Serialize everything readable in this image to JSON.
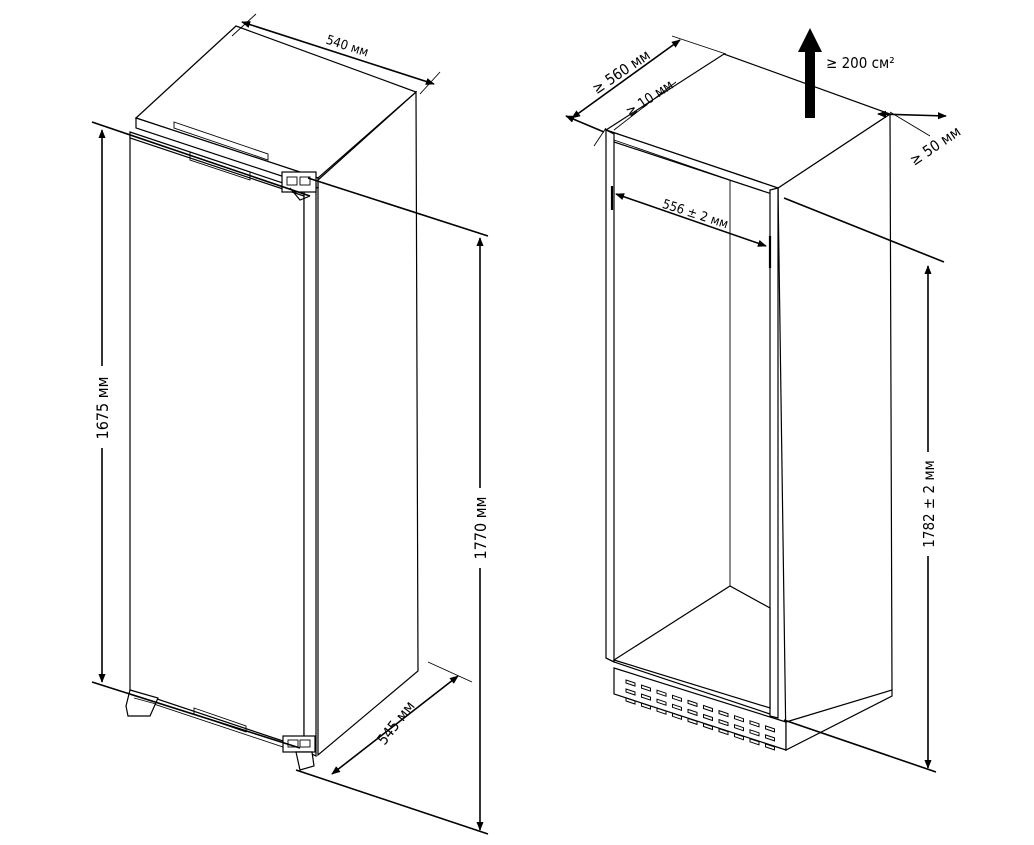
{
  "colors": {
    "line": "#000000",
    "background": "#ffffff"
  },
  "left": {
    "width_label": "540 мм",
    "depth_label": "545 мм",
    "door_height_label": "1675 мм",
    "total_height_label": "1770 мм"
  },
  "right": {
    "niche_depth_label": "≥ 560 мм",
    "gap_label": "≥ 10 мм",
    "ventilation_label": "≥ 200 см²",
    "side_gap_label": "≥ 50 мм",
    "niche_width_label": "556 ± 2 мм",
    "niche_height_label": "1782 ± 2 мм"
  },
  "icons": {
    "airflow": "arrow-up-icon"
  }
}
